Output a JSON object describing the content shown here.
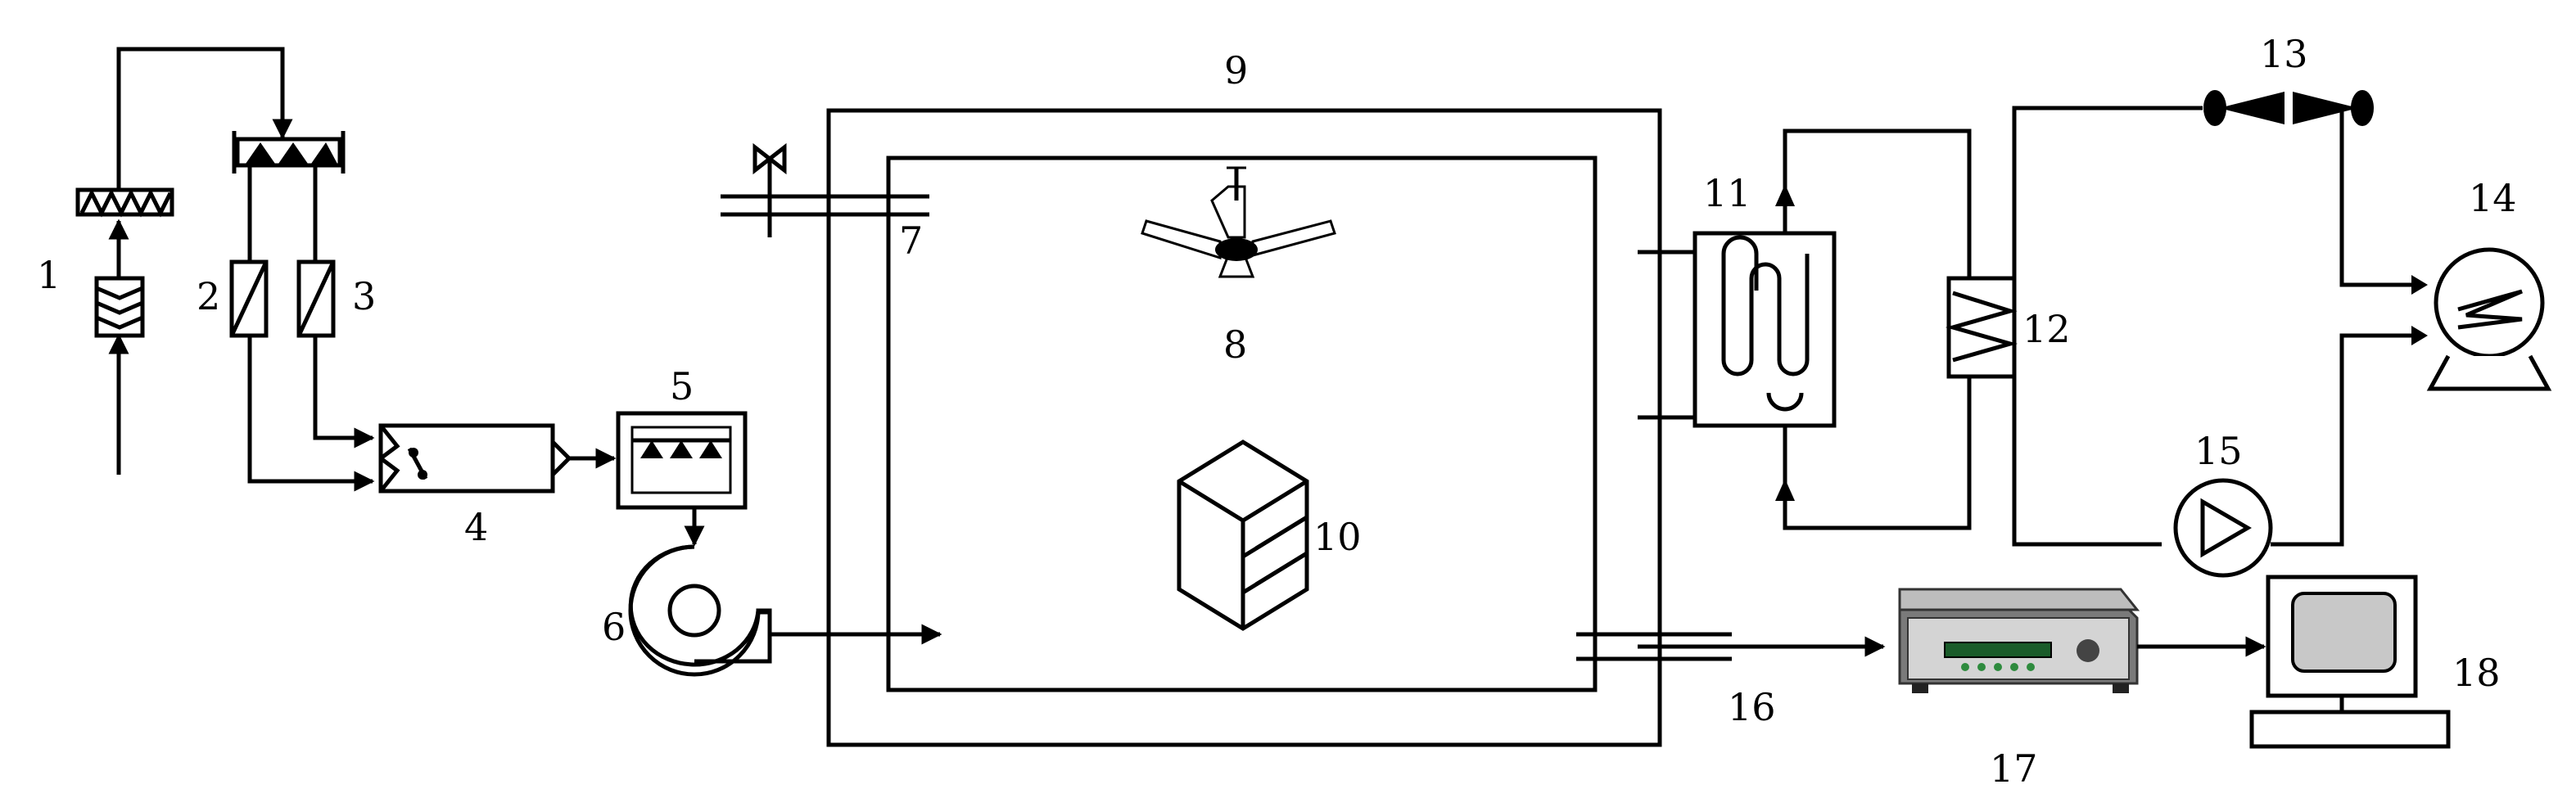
{
  "labels": {
    "n1": "1",
    "n2": "2",
    "n3": "3",
    "n4": "4",
    "n5": "5",
    "n6": "6",
    "n7": "7",
    "n8": "8",
    "n9": "9",
    "n10": "10",
    "n11": "11",
    "n12": "12",
    "n13": "13",
    "n14": "14",
    "n15": "15",
    "n16": "16",
    "n17": "17",
    "n18": "18"
  },
  "icons": {
    "filter": "zigzag-filter-icon",
    "flowmeter": "rotameter-icon",
    "mixer": "mixing-chamber-icon",
    "humidifier": "humidifier-icon",
    "blower": "centrifugal-fan-icon",
    "valve": "valve-icon",
    "ceiling_fan": "ceiling-fan-icon",
    "shelf": "shelf-cabinet-icon",
    "coil_exchanger": "serpentine-heat-exchanger-icon",
    "plate_exchanger": "plate-heat-exchanger-icon",
    "expansion_valve": "expansion-valve-icon",
    "compressor": "compressor-icon",
    "pump": "pump-icon",
    "analyzer": "gas-analyzer-icon",
    "computer": "computer-icon"
  }
}
